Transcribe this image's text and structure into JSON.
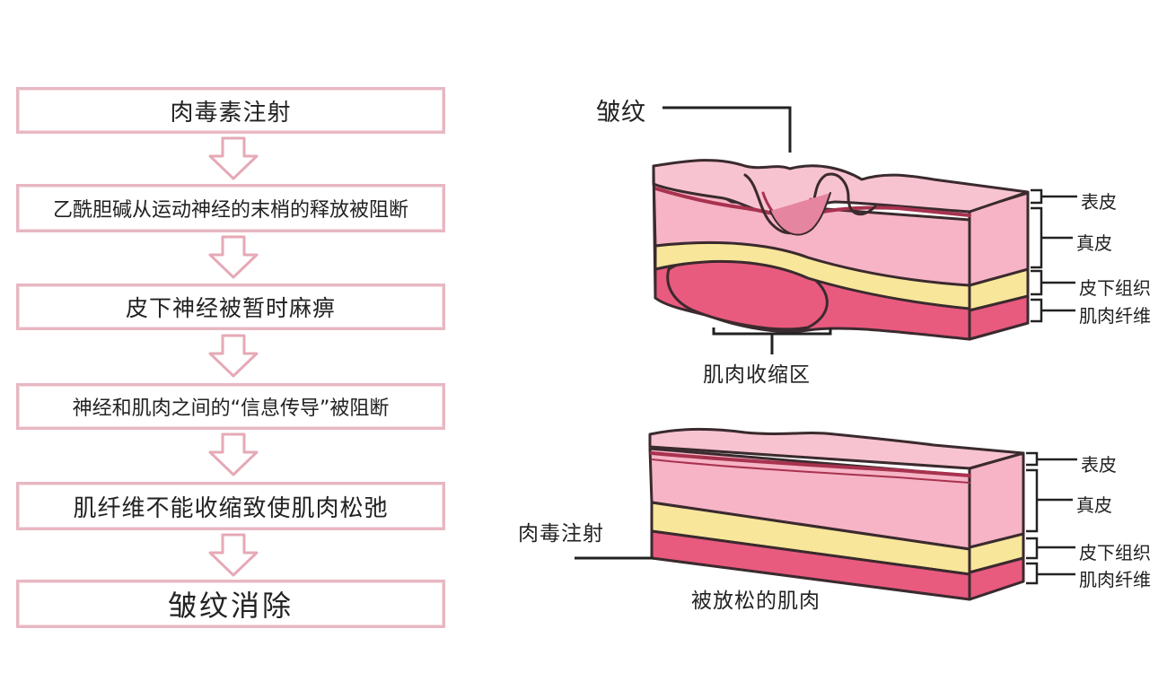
{
  "flow": {
    "steps": [
      "肉毒素注射",
      "乙酰胆碱从运动神经的末梢的释放被阻断",
      "皮下神经被暂时麻痹",
      "神经和肌肉之间的“信息传导”被阻断",
      "肌纤维不能收缩致使肌肉松弛",
      "皱纹消除"
    ]
  },
  "diagram_top": {
    "wrinkle_label": "皱纹",
    "layers": [
      "表皮",
      "真皮",
      "皮下组织",
      "肌肉纤维"
    ],
    "contraction_label": "肌肉收缩区"
  },
  "diagram_bottom": {
    "injection_label": "肉毒注射",
    "layers": [
      "表皮",
      "真皮",
      "皮下组织",
      "肌肉纤维"
    ],
    "relaxed_label": "被放松的肌肉"
  },
  "colors": {
    "step_border": "#e8b7c2",
    "arrow_outline": "#e6a9b6",
    "epidermis": "#e89ab0",
    "dermis": "#f6b4c6",
    "subcutaneous": "#f8e69a",
    "muscle": "#e95a7f",
    "outline": "#3a2a2e"
  }
}
